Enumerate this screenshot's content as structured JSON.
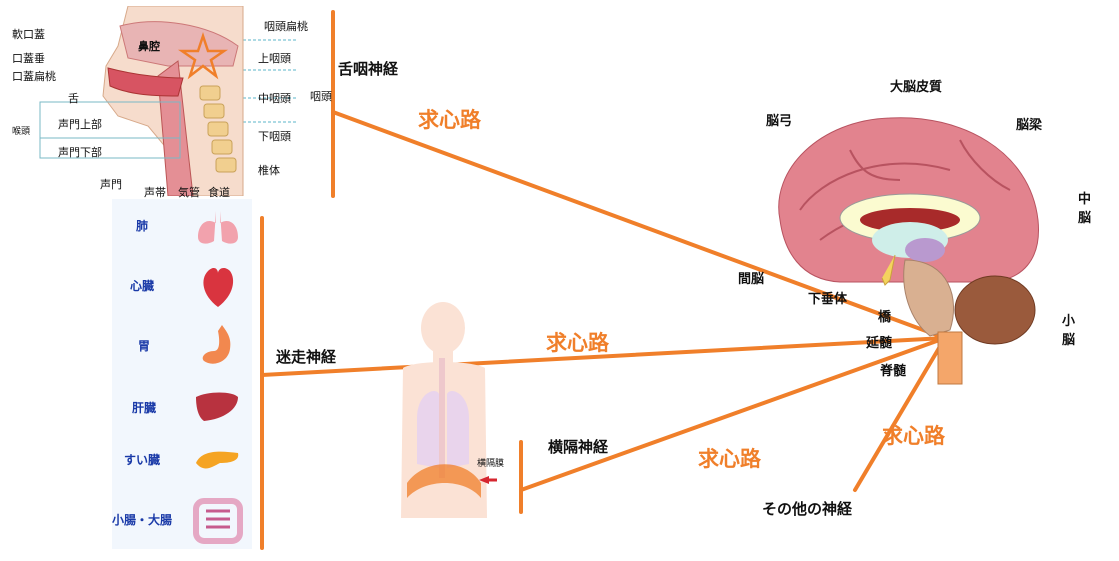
{
  "throat": {
    "labels": [
      "鼻腔",
      "軟口蓋",
      "口蓋垂",
      "口蓋扁桃",
      "舌",
      "声門上部",
      "声門下部",
      "声門",
      "声帯",
      "気管",
      "食道",
      "咽頭扁桃",
      "上咽頭",
      "中咽頭",
      "下咽頭",
      "椎体",
      "咽頭",
      "喉頭"
    ]
  },
  "organs": [
    "肺",
    "心臓",
    "胃",
    "肝臓",
    "すい臓",
    "小腸・大腸"
  ],
  "diaphragm_tag": "横隔膜",
  "nerves": {
    "glossopharyngeal": "舌咽神経",
    "vagus": "迷走神経",
    "phrenic": "横隔神経",
    "other": "その他の神経"
  },
  "afferent": [
    "求心路",
    "求心路",
    "求心路",
    "求心路"
  ],
  "brain": {
    "cortex": "大脳皮質",
    "fornix": "脳弓",
    "callosum": "脳梁",
    "midbrain": "中脳",
    "diencephalon": "間脳",
    "pituitary": "下垂体",
    "pons": "橋",
    "cerebellum": "小脳",
    "medulla": "延髄",
    "spinal": "脊髄"
  },
  "colors": {
    "accent": "#f07f2a",
    "brain": "#e2838e",
    "organ_label": "#1a3aa8"
  }
}
